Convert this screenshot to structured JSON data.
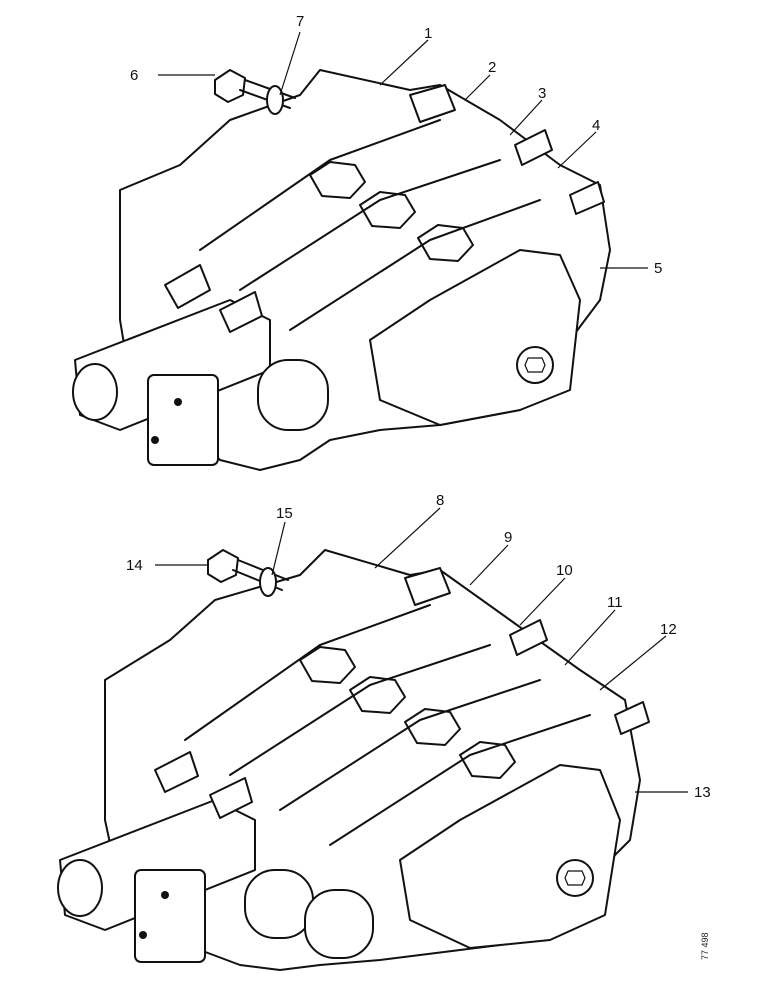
{
  "figure_ref": "77 498",
  "callouts": {
    "c1": "1",
    "c2": "2",
    "c3": "3",
    "c4": "4",
    "c5": "5",
    "c6": "6",
    "c7": "7",
    "c8": "8",
    "c9": "9",
    "c10": "10",
    "c11": "11",
    "c12": "12",
    "c13": "13",
    "c14": "14",
    "c15": "15"
  }
}
